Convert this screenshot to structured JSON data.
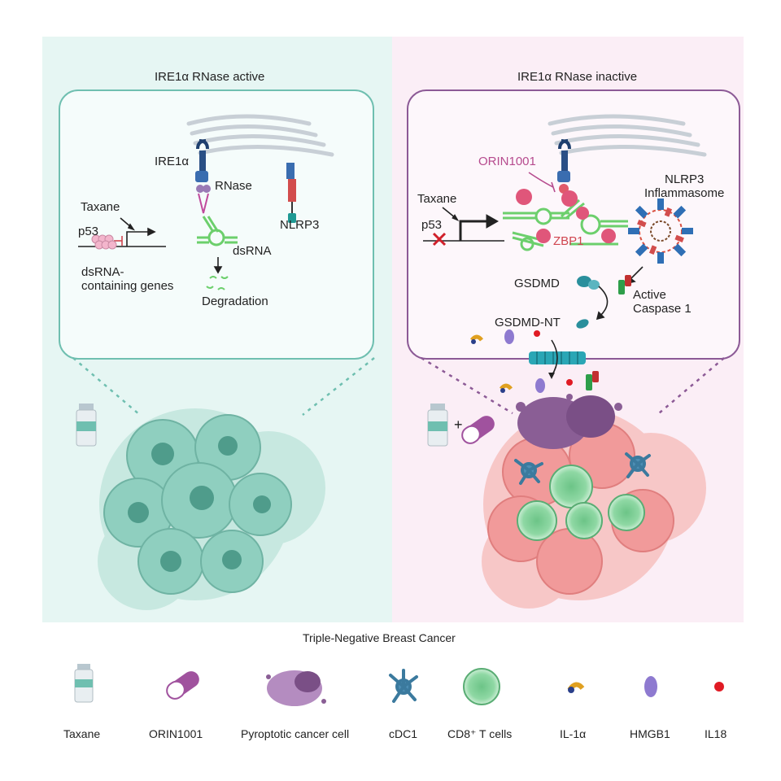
{
  "left_panel": {
    "title": "IRE1α RNase active",
    "labels": {
      "ire1a": "IRE1α",
      "rnase": "RNase",
      "taxane": "Taxane",
      "p53": "p53",
      "dsrna": "dsRNA",
      "nlrp3": "NLRP3",
      "dsrna_genes": "dsRNA-\ncontaining genes",
      "degradation": "Degradation"
    }
  },
  "right_panel": {
    "title": "IRE1α RNase inactive",
    "labels": {
      "orin1001": "ORIN1001",
      "nlrp3_inflammasome": "NLRP3\nInflammasome",
      "taxane": "Taxane",
      "p53": "p53",
      "zbp1": "ZBP1",
      "gsdmd": "GSDMD",
      "active_caspase": "Active\nCaspase 1",
      "gsdmd_nt": "GSDMD-NT"
    }
  },
  "plus_sign": "+",
  "footer_title": "Triple-Negative Breast Cancer",
  "legend": [
    {
      "label": "Taxane",
      "icon": "vial-icon"
    },
    {
      "label": "ORIN1001",
      "icon": "pill-icon"
    },
    {
      "label": "Pyroptotic cancer cell",
      "icon": "pyroptotic-cell-icon"
    },
    {
      "label": "cDC1",
      "icon": "dendritic-cell-icon"
    },
    {
      "label": "CD8⁺ T cells",
      "icon": "t-cell-icon"
    },
    {
      "label": "IL-1α",
      "icon": "il1a-icon"
    },
    {
      "label": "HMGB1",
      "icon": "hmgb1-icon"
    },
    {
      "label": "IL18",
      "icon": "il18-dot-icon"
    }
  ],
  "colors": {
    "left_bg": "#e6f6f3",
    "right_bg": "#fbeef6",
    "left_border": "#6fbfb0",
    "right_border": "#8c5a96",
    "teal_cell": "#7cc5b3",
    "pink_cell": "#f19a9a",
    "tcell_green": "#7fcf95",
    "pill_purple": "#a0529e",
    "il18_red": "#e01b24"
  }
}
